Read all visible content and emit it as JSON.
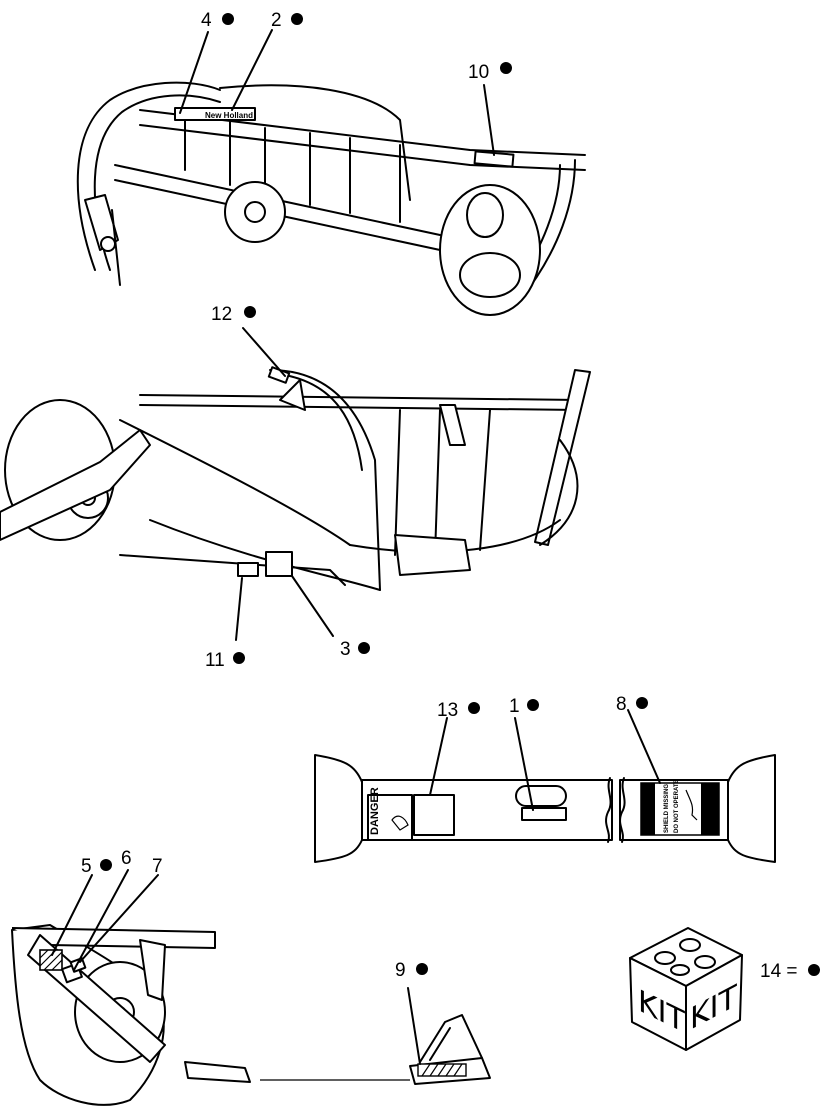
{
  "callouts": {
    "c1": "1",
    "c2": "2",
    "c3": "3",
    "c4": "4",
    "c5": "5",
    "c6": "6",
    "c7": "7",
    "c8": "8",
    "c9": "9",
    "c10": "10",
    "c11": "11",
    "c12": "12",
    "c13": "13",
    "c14": "14 ="
  },
  "decals": {
    "brand": "New Holland",
    "danger_left": "DANGER",
    "danger_a": "DANGER",
    "danger_b": "DANGER",
    "shield_line1": "SHIELD MISSING",
    "shield_line2": "DO NOT OPERATE"
  },
  "kit": {
    "label_left": "KIT",
    "label_right": "KIT"
  }
}
